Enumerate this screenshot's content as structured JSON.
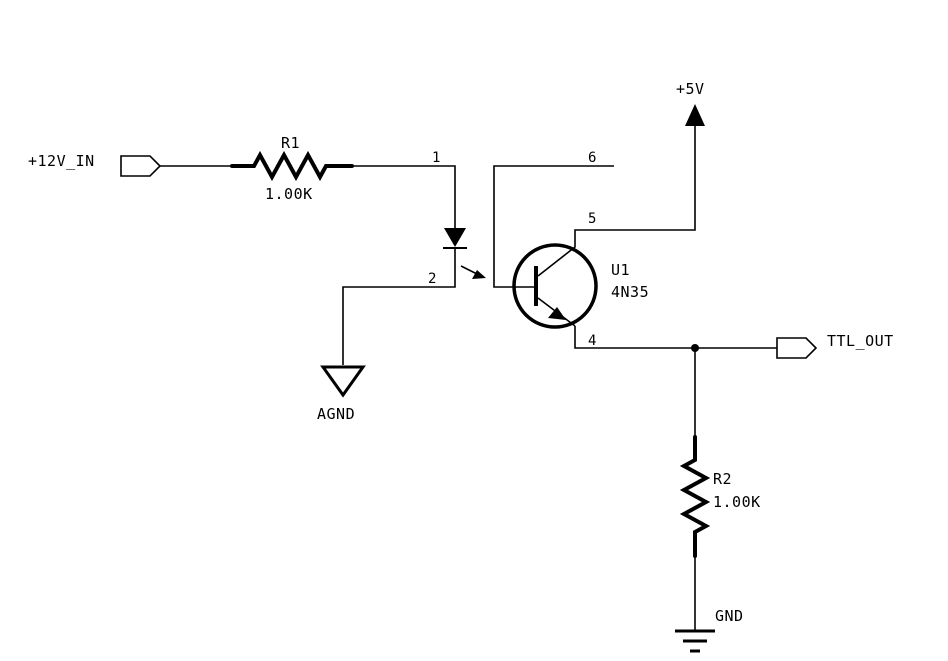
{
  "nets": {
    "input": "+12V_IN",
    "output": "TTL_OUT",
    "supply": "+5V",
    "analog_ground": "AGND",
    "ground": "GND"
  },
  "components": {
    "r1": {
      "ref": "R1",
      "value": "1.00K"
    },
    "r2": {
      "ref": "R2",
      "value": "1.00K"
    },
    "u1": {
      "ref": "U1",
      "part": "4N35"
    }
  },
  "pins": {
    "p1": "1",
    "p2": "2",
    "p4": "4",
    "p5": "5",
    "p6": "6"
  }
}
